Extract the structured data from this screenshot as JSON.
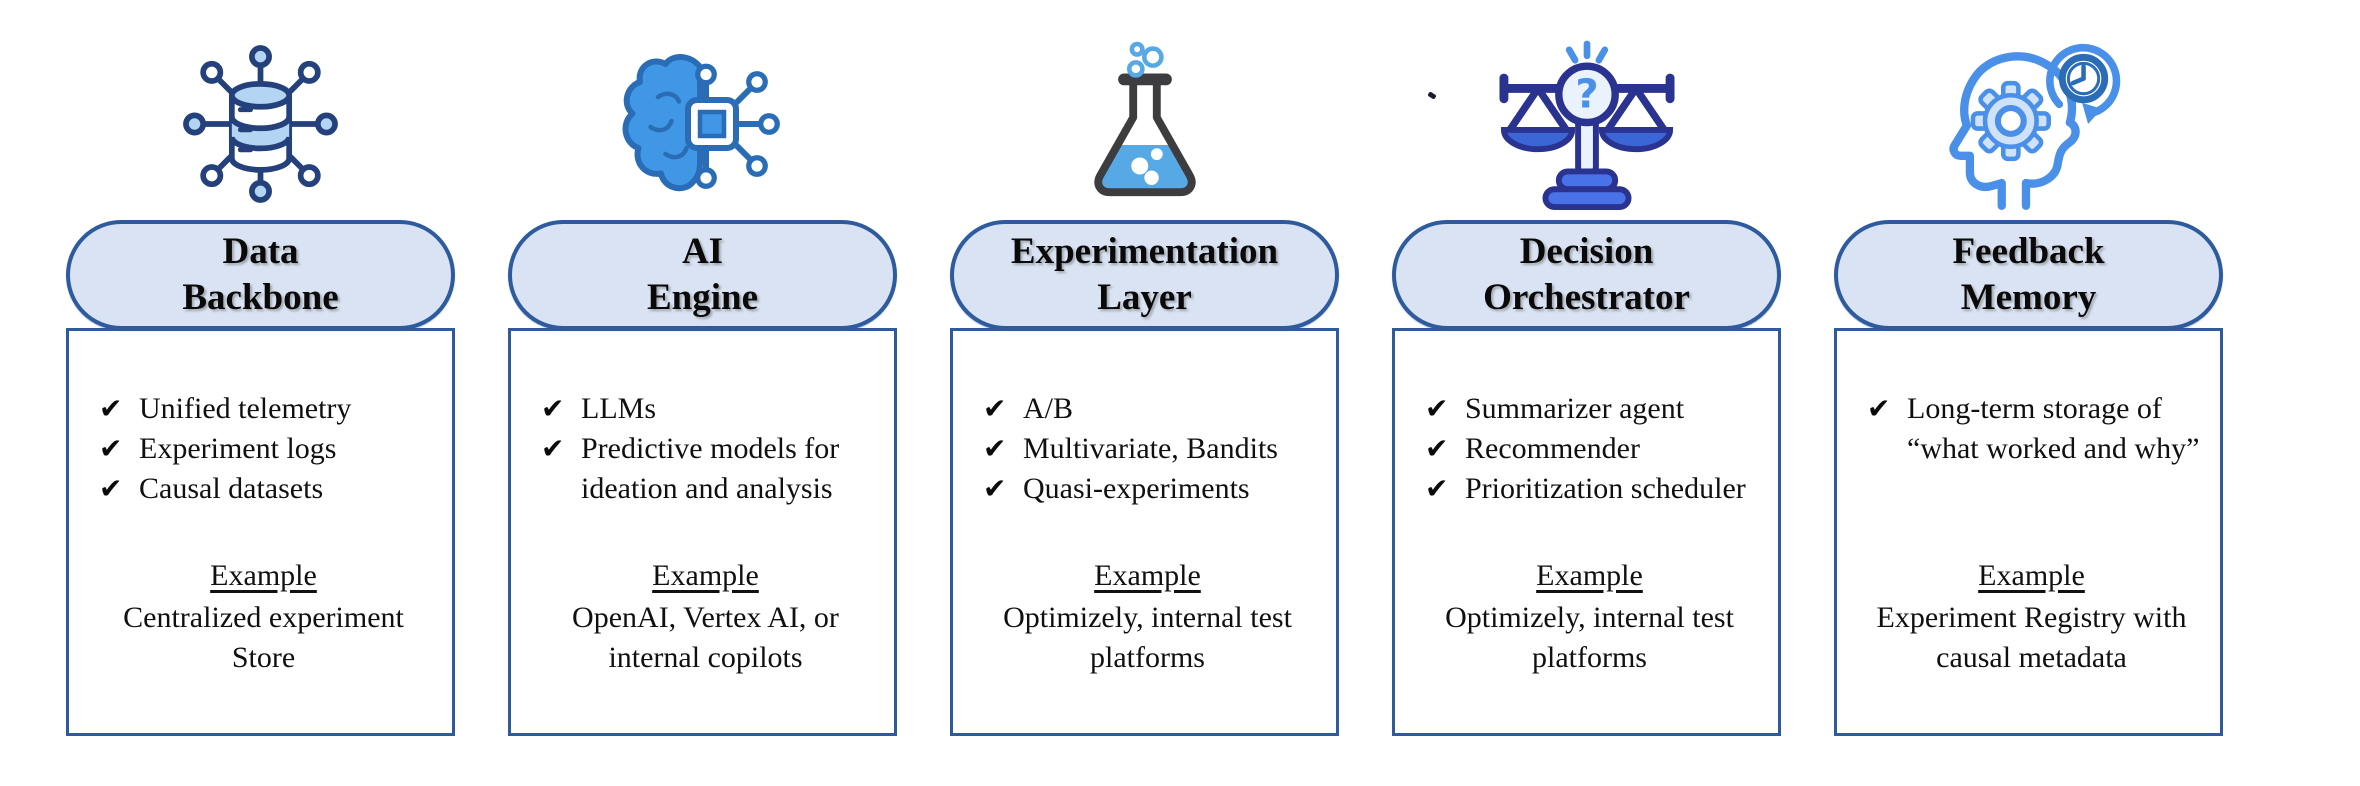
{
  "diagram": {
    "icons": {
      "check": "✔"
    },
    "colors": {
      "pill_fill": "#d9e3f3",
      "pill_border": "#2e5b9e",
      "box_border": "#2e5b9e",
      "text": "#101010",
      "icon_navy": "#24417c",
      "icon_blue": "#3f97e6",
      "icon_light_blue": "#b3d4f2",
      "flask_outline": "#3d3d3f",
      "scales_navy": "#2b3390",
      "head_blue": "#4a90e8"
    },
    "columns": [
      {
        "icon": "database-network-icon",
        "title_line1": "Data",
        "title_line2": "Backbone",
        "items": [
          "Unified telemetry",
          "Experiment logs",
          "Causal datasets"
        ],
        "example_label": "Example",
        "example_line1": "Centralized experiment",
        "example_line2": "Store"
      },
      {
        "icon": "ai-brain-chip-icon",
        "title_line1": "AI",
        "title_line2": "Engine",
        "items": [
          "LLMs",
          "Predictive models for ideation and analysis"
        ],
        "example_label": "Example",
        "example_line1": "OpenAI, Vertex AI, or",
        "example_line2": "internal copilots"
      },
      {
        "icon": "flask-icon",
        "title_line1": "Experimentation",
        "title_line2": "Layer",
        "items": [
          "A/B",
          "Multivariate, Bandits",
          "Quasi-experiments"
        ],
        "example_label": "Example",
        "example_line1": "Optimizely, internal test",
        "example_line2": "platforms"
      },
      {
        "icon": "decision-scales-icon",
        "title_line1": "Decision",
        "title_line2": "Orchestrator",
        "items": [
          "Summarizer agent",
          "Recommender",
          "Prioritization scheduler"
        ],
        "example_label": "Example",
        "example_line1": "Optimizely, internal test",
        "example_line2": "platforms"
      },
      {
        "icon": "memory-head-gear-icon",
        "title_line1": "Feedback",
        "title_line2": "Memory",
        "items": [
          "Long-term storage of “what worked and why”"
        ],
        "example_label": "Example",
        "example_line1": "Experiment Registry with",
        "example_line2": "causal metadata"
      }
    ]
  }
}
